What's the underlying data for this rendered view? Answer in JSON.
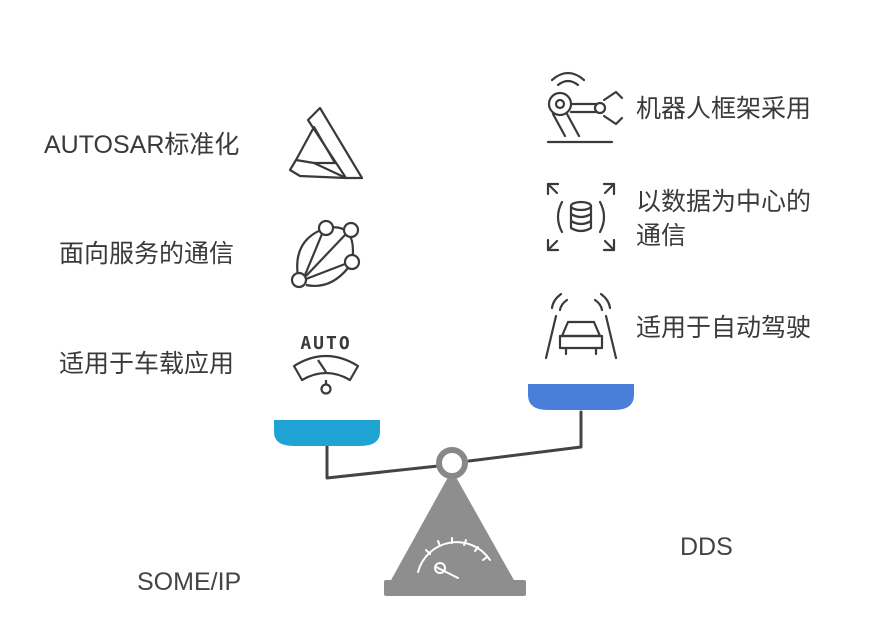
{
  "left": {
    "name": "SOME/IP",
    "color": "#1fa3d4",
    "features": [
      {
        "label": "AUTOSAR标准化",
        "icon": "autosar-logo-icon"
      },
      {
        "label": "面向服务的通信",
        "icon": "network-nodes-icon"
      },
      {
        "label": "适用于车载应用",
        "icon": "auto-gauge-icon",
        "icon_text": "AUTO"
      }
    ]
  },
  "right": {
    "name": "DDS",
    "color": "#4a7fd9",
    "features": [
      {
        "label": "机器人框架采用",
        "icon": "robot-arm-icon"
      },
      {
        "label_line1": "以数据为中心的",
        "label_line2": "通信",
        "icon": "database-expand-icon"
      },
      {
        "label": "适用于自动驾驶",
        "icon": "autonomous-car-icon"
      }
    ]
  },
  "scale": {
    "icon": "balance-scale-icon",
    "base_color": "#8e8e8e",
    "beam_color": "#444444"
  }
}
